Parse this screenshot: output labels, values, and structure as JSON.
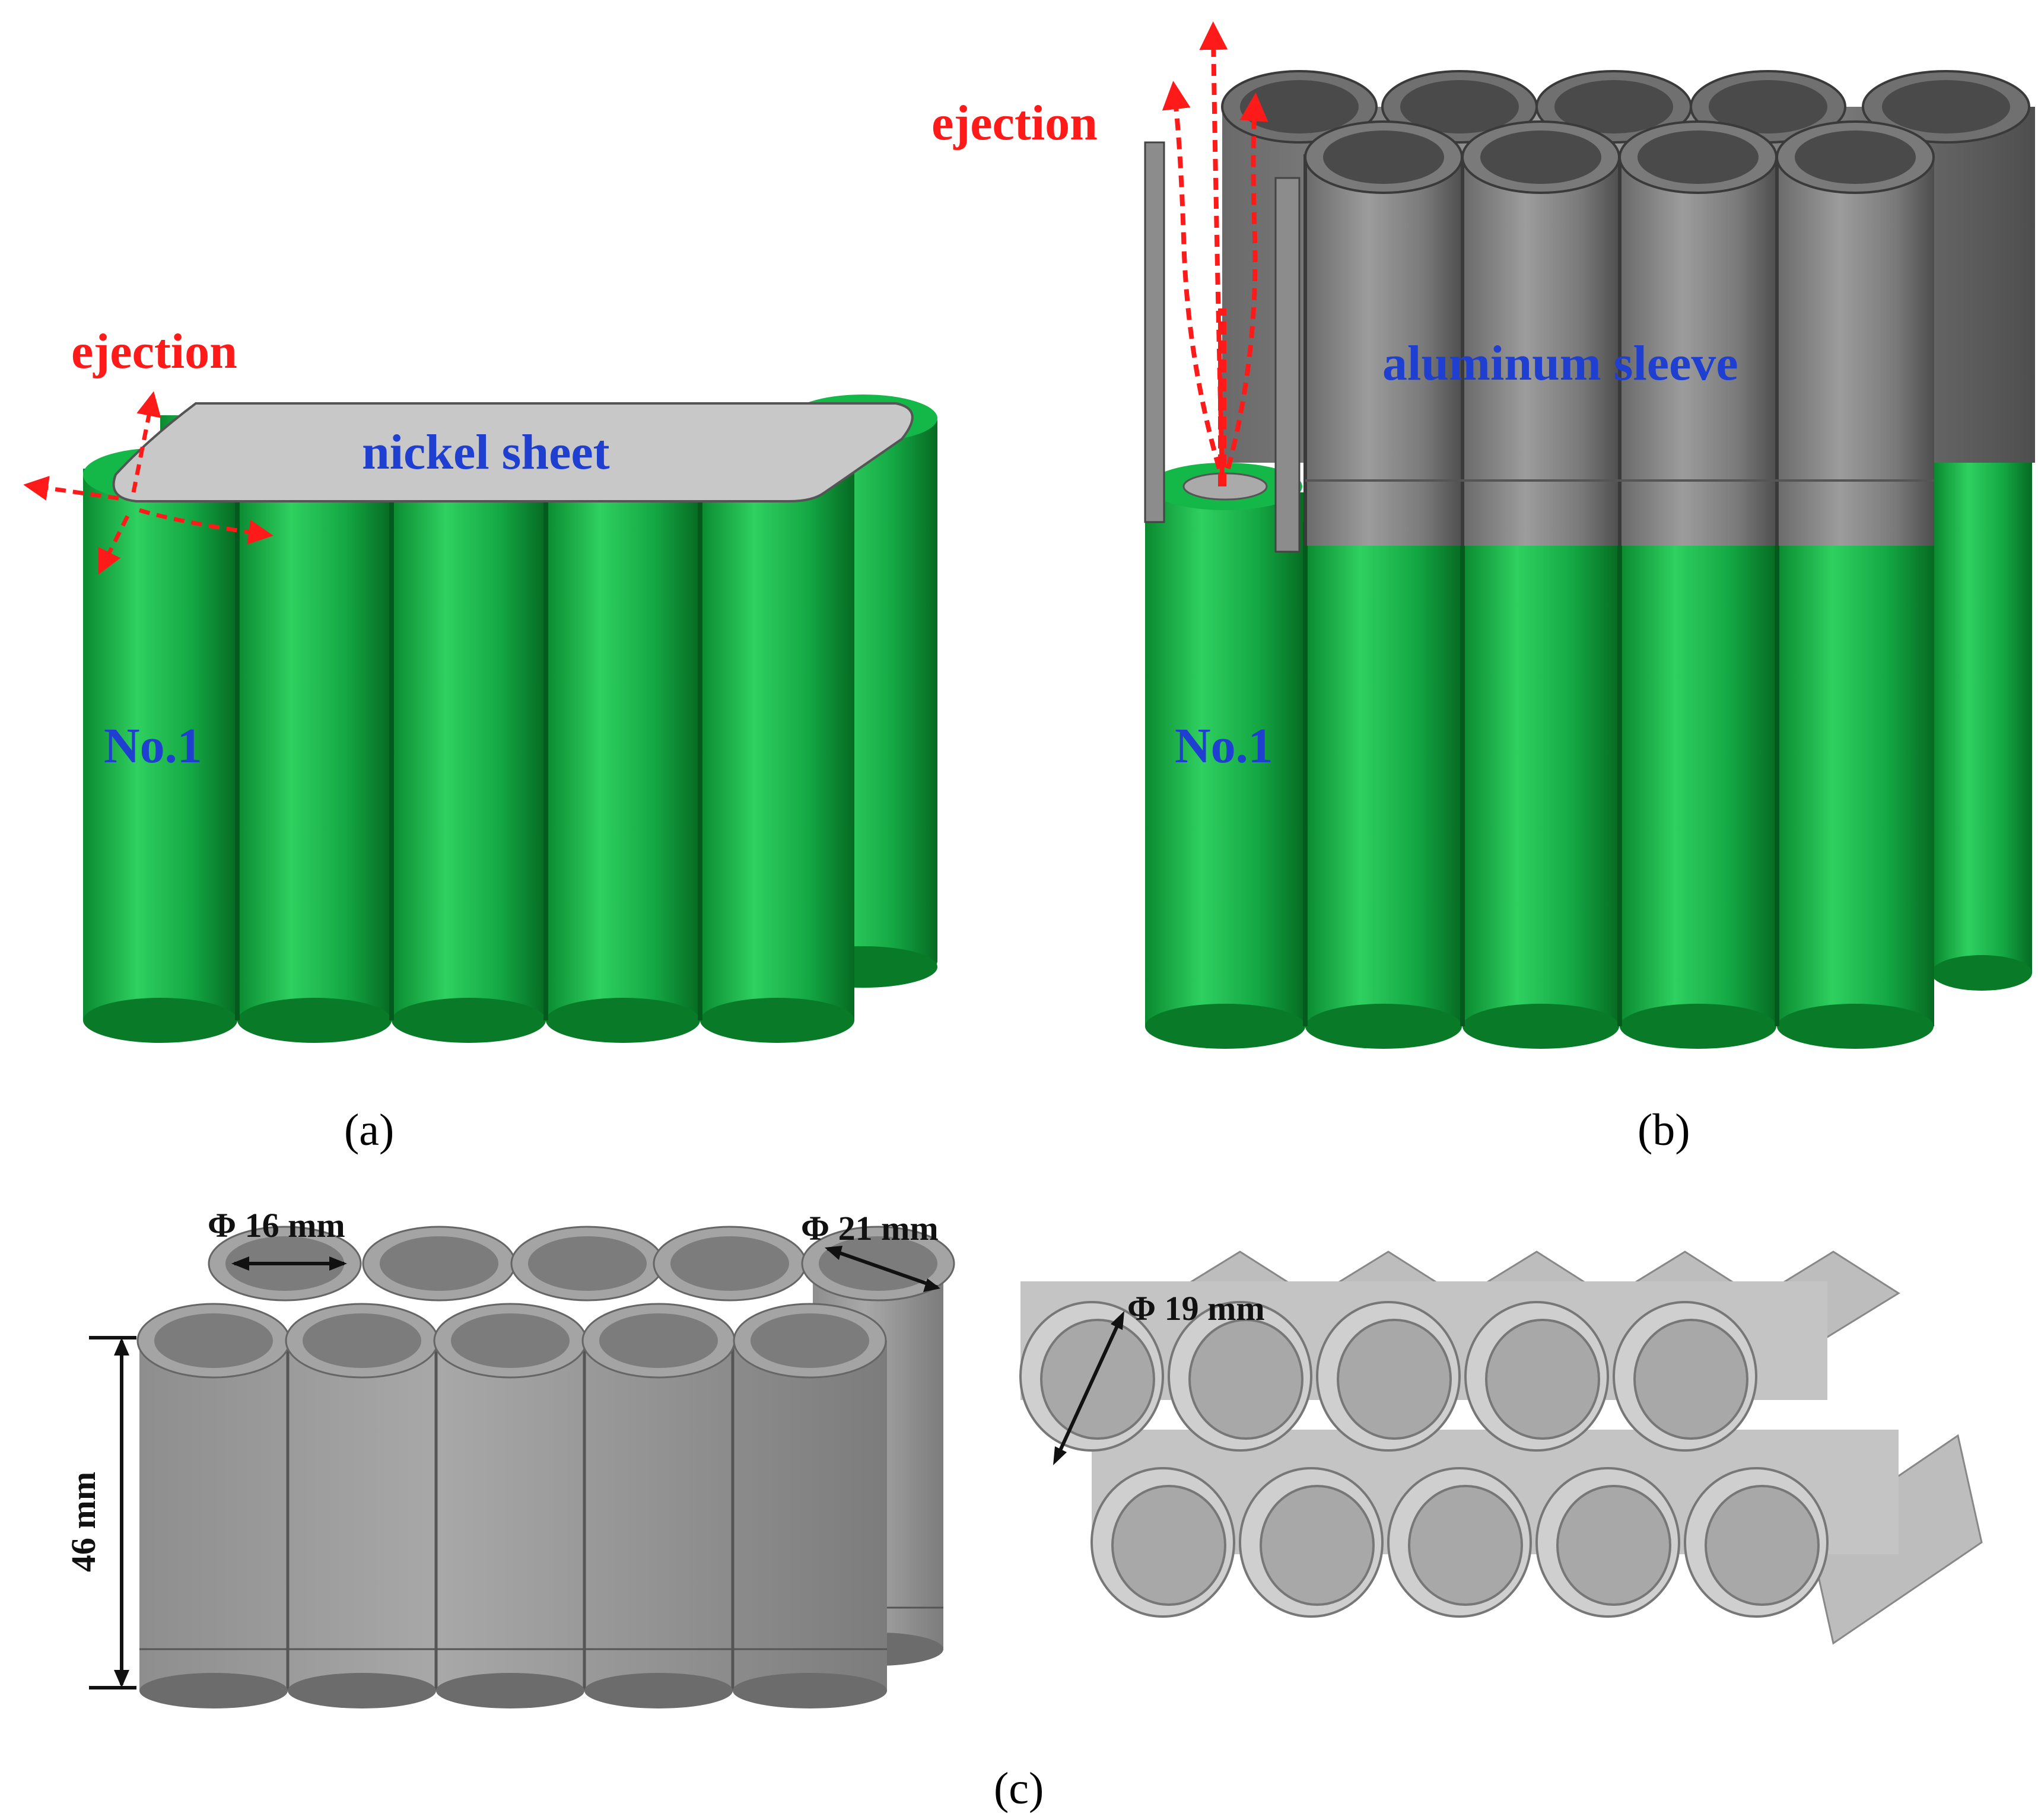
{
  "panels": {
    "a": {
      "caption": "(a)",
      "ejection_label": "ejection",
      "sheet_label": "nickel sheet",
      "cell_label": "No.1"
    },
    "b": {
      "caption": "(b)",
      "ejection_label": "ejection",
      "sleeve_label": "aluminum sleeve",
      "cell_label": "No.1"
    },
    "c": {
      "caption": "(c)",
      "dim_inner": "Φ 16 mm",
      "dim_outer": "Φ 21 mm",
      "dim_height": "46 mm",
      "dim_bore": "Φ 19 mm"
    }
  },
  "colors": {
    "cell_green": "#10b040",
    "cell_green_light": "#2fd060",
    "cell_green_dark": "#087a28",
    "sleeve_grey": "#8a8a8a",
    "sleeve_dark": "#5e5e5e",
    "nickel_sheet": "#c8c8c8",
    "arrow_red": "#ff1a1a",
    "label_blue": "#1f3fd0"
  }
}
